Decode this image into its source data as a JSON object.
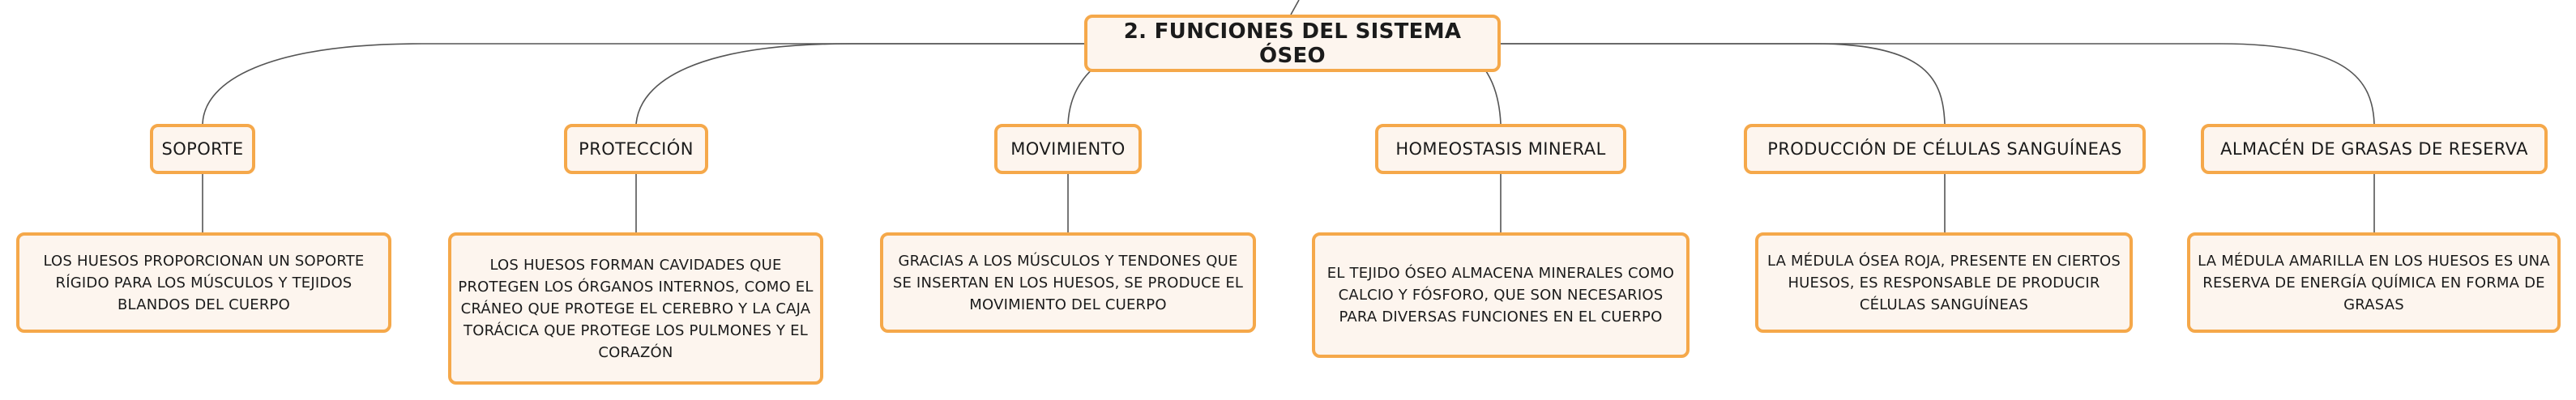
{
  "root": {
    "title": "2. FUNCIONES DEL SISTEMA ÓSEO"
  },
  "topics": [
    {
      "label": "SOPORTE",
      "detail": "LOS HUESOS PROPORCIONAN UN SOPORTE RÍGIDO PARA LOS MÚSCULOS Y TEJIDOS BLANDOS DEL CUERPO"
    },
    {
      "label": "PROTECCIÓN",
      "detail": "LOS HUESOS FORMAN CAVIDADES QUE PROTEGEN LOS ÓRGANOS INTERNOS, COMO EL CRÁNEO QUE PROTEGE EL CEREBRO Y LA CAJA TORÁCICA QUE PROTEGE LOS PULMONES Y EL CORAZÓN"
    },
    {
      "label": "MOVIMIENTO",
      "detail": "GRACIAS A LOS MÚSCULOS Y TENDONES QUE SE INSERTAN EN LOS HUESOS, SE PRODUCE EL MOVIMIENTO DEL CUERPO"
    },
    {
      "label": "HOMEOSTASIS MINERAL",
      "detail": "EL TEJIDO ÓSEO ALMACENA MINERALES COMO CALCIO Y FÓSFORO, QUE SON NECESARIOS PARA DIVERSAS FUNCIONES EN EL CUERPO"
    },
    {
      "label": "PRODUCCIÓN DE CÉLULAS SANGUÍNEAS",
      "detail": "LA MÉDULA ÓSEA ROJA, PRESENTE EN CIERTOS HUESOS, ES RESPONSABLE DE PRODUCIR CÉLULAS SANGUÍNEAS"
    },
    {
      "label": "ALMACÉN DE GRASAS DE RESERVA",
      "detail": "LA MÉDULA AMARILLA EN LOS HUESOS ES UNA RESERVA DE ENERGÍA QUÍMICA EN FORMA DE GRASAS"
    }
  ],
  "colors": {
    "border": "#f5a84a",
    "fill": "#fdf5ee",
    "line": "#555555"
  }
}
